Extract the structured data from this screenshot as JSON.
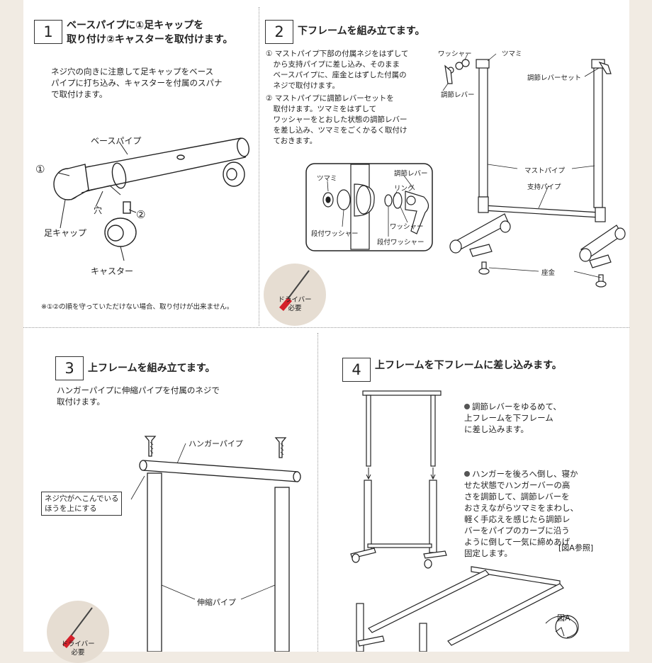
{
  "steps": [
    {
      "num": "1",
      "title": "ベースパイプに①足キャップを\n取り付け②キャスターを取付けます。",
      "desc": "ネジ穴の向きに注意して足キャップをベース\nパイプに打ち込み、キャスターを付属のスパナ\nで取付けます。",
      "labels": {
        "base_pipe": "ベースパイプ",
        "one": "①",
        "two": "②",
        "hole": "穴",
        "foot_cap": "足キャップ",
        "caster": "キャスター"
      },
      "note": "※①②の順を守っていただけない場合、取り付けが出来ません。"
    },
    {
      "num": "2",
      "title": "下フレームを組み立てます。",
      "desc1": "① マストパイプ下部の付属ネジをはずして\n　から支持パイプに差し込み、そのまま\n　ベースパイプに、座金とはずした付属の\n　ネジで取付けます。",
      "desc2": "② マストパイプに調節レバーセットを\n　取付けます。ツマミをはずして\n　ワッシャーをとおした状態の調節レバー\n　を差し込み、ツマミをごくかるく取付け\n　ておきます。",
      "labels": {
        "tsumami": "ツマミ",
        "washer_detail": "段付ワッシャー",
        "lever_detail": "調節レバー",
        "ring": "リング",
        "washer": "ワッシャー",
        "washer2": "段付ワッシャー",
        "top_washer": "ワッシャー",
        "top_tsumami": "ツマミ",
        "lever": "調節レバー",
        "lever_set": "調節レバーセット",
        "mast_pipe": "マストパイプ",
        "support_pipe": "支持パイプ",
        "zagane": "座金"
      },
      "badge": "ドライバー\n必要"
    },
    {
      "num": "3",
      "title": "上フレームを組み立てます。",
      "desc": "ハンガーパイプに伸縮パイプを付属のネジで\n取付けます。",
      "labels": {
        "hanger_pipe": "ハンガーパイプ",
        "callout": "ネジ穴がへこんでいる\nほうを上にする",
        "extend_pipe": "伸縮パイプ"
      },
      "badge": "ドライバー\n必要"
    },
    {
      "num": "4",
      "title": "上フレームを下フレームに差し込みます。",
      "bullet1": "調節レバーをゆるめて、\n上フレームを下フレーム\nに差し込みます。",
      "bullet2": "ハンガーを後ろへ倒し、寝か\nせた状態でハンガーバーの高\nさを調節して、調節レバーを\nおさえながらツマミをまわし、\n軽く手応えを感じたら調節レ\nバーをパイプのカーブに沿う\nように倒して一気に締めあげ\n固定します。",
      "ref": "[図A参照]",
      "fig_label": "図A"
    }
  ]
}
